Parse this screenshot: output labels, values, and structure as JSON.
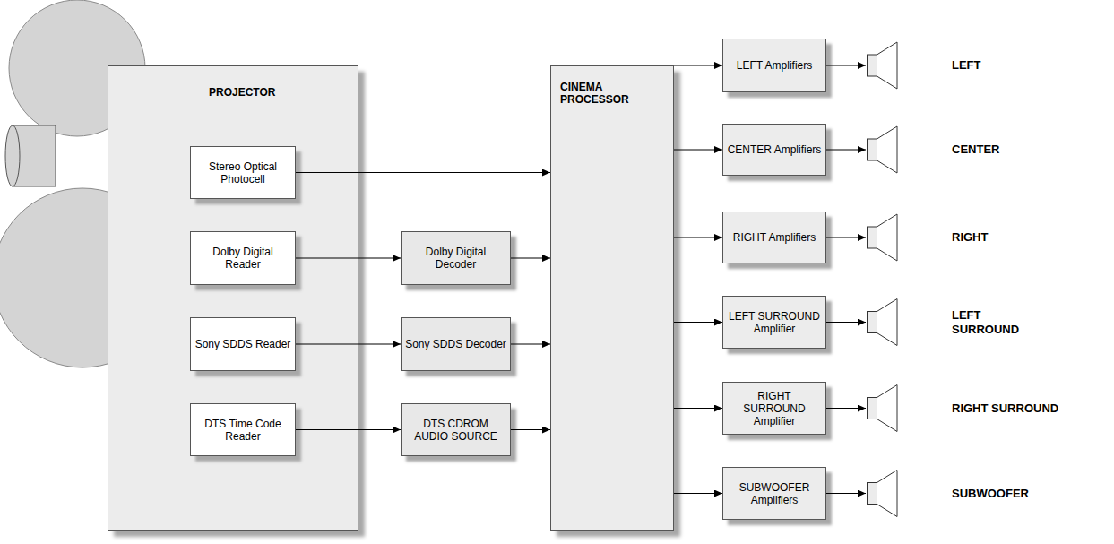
{
  "diagram": {
    "nodes": [
      {
        "text": [
          "PROJECTOR"
        ]
      },
      {
        "text": [
          "Stereo Optical Photocell"
        ],
        "in": 0
      },
      {
        "text": [
          "Dolby Digital Reader"
        ],
        "in": 0
      },
      {
        "text": [
          "Sony SDDS Reader"
        ],
        "in": 0
      },
      {
        "text": [
          "DTS Time Code Reader"
        ],
        "in": 0
      },
      {
        "text": [
          "Dolby Digital Decoder"
        ]
      },
      {
        "text": [
          "Sony SDDS Decoder"
        ]
      },
      {
        "text": [
          "DTS CDROM AUDIO SOURCE"
        ]
      },
      {
        "text": [
          "CINEMA PROCESSOR"
        ]
      },
      {
        "text": [
          "LEFT Amplifiers"
        ]
      },
      {
        "text": [
          "CENTER Amplifiers"
        ]
      },
      {
        "text": [
          "RIGHT Amplifiers"
        ]
      },
      {
        "text": [
          "LEFT SURROUND Amplifier"
        ]
      },
      {
        "text": [
          "RIGHT SURROUND Amplifier"
        ]
      },
      {
        "text": [
          "SUBWOOFER Amplifiers"
        ]
      },
      {
        "text": [
          "LEFT"
        ]
      },
      {
        "text": [
          "CENTER"
        ]
      },
      {
        "text": [
          "RIGHT"
        ]
      },
      {
        "text": [
          "LEFT SURROUND"
        ]
      },
      {
        "text": [
          "RIGHT SURROUND"
        ]
      },
      {
        "text": [
          "SUBWOOFER"
        ]
      }
    ],
    "edges": [
      {
        "from": 1,
        "to": 8,
        "arrow": "to"
      },
      {
        "from": 2,
        "to": 5,
        "arrow": "to"
      },
      {
        "from": 5,
        "to": 8,
        "arrow": "to"
      },
      {
        "from": 3,
        "to": 6,
        "arrow": "to"
      },
      {
        "from": 6,
        "to": 8,
        "arrow": "to"
      },
      {
        "from": 4,
        "to": 7,
        "arrow": "to"
      },
      {
        "from": 7,
        "to": 8,
        "arrow": "to"
      },
      {
        "from": 8,
        "to": 9,
        "arrow": "to"
      },
      {
        "from": 8,
        "to": 10,
        "arrow": "to"
      },
      {
        "from": 8,
        "to": 11,
        "arrow": "to"
      },
      {
        "from": 8,
        "to": 12,
        "arrow": "to"
      },
      {
        "from": 8,
        "to": 13,
        "arrow": "to"
      },
      {
        "from": 8,
        "to": 14,
        "arrow": "to"
      },
      {
        "from": 9,
        "to": 15,
        "arrow": "to"
      },
      {
        "from": 10,
        "to": 16,
        "arrow": "to"
      },
      {
        "from": 11,
        "to": 17,
        "arrow": "to"
      },
      {
        "from": 12,
        "to": 18,
        "arrow": "to"
      },
      {
        "from": 13,
        "to": 19,
        "arrow": "to"
      },
      {
        "from": 14,
        "to": 20,
        "arrow": "to"
      }
    ]
  }
}
